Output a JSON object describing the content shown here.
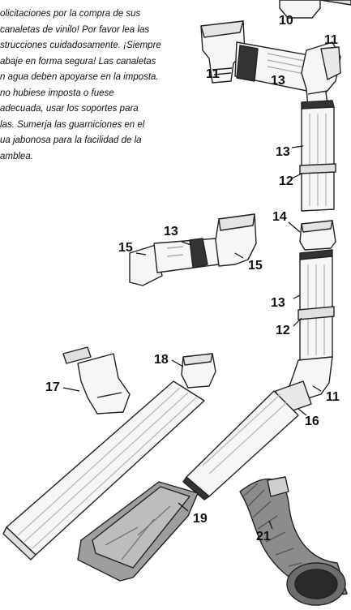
{
  "intro_lines": [
    "olicitaciones por la compra de sus",
    "canaletas de vinilo! Por favor lea las",
    "strucciones cuidadosamente. ¡Siempre",
    "abaje en forma segura! Las canaletas",
    "n agua deben apoyarse en la imposta.",
    "no hubiese imposta o fuese",
    "adecuada, usar los soportes para",
    "las. Sumerja las guarniciones en el",
    "ua jabonosa para la facilidad de la",
    "amblea."
  ],
  "labels": {
    "n10": "10",
    "n11_top": "11",
    "n11_left": "11",
    "n13_top": "13",
    "n13_mid": "13",
    "n12_mid": "12",
    "n14": "14",
    "n13_offset": "13",
    "n15_left": "15",
    "n15_right": "15",
    "n13_lower": "13",
    "n12_lower": "12",
    "n18": "18",
    "n17": "17",
    "n11_lower": "11",
    "n16": "16",
    "n19": "19",
    "n21": "21"
  },
  "colors": {
    "part_fill": "#f6f6f6",
    "part_stroke": "#222222",
    "shade": "#d4d4d4",
    "dark": "#333333",
    "stone": "#9e9e9e",
    "hose": "#8c8c8c"
  }
}
